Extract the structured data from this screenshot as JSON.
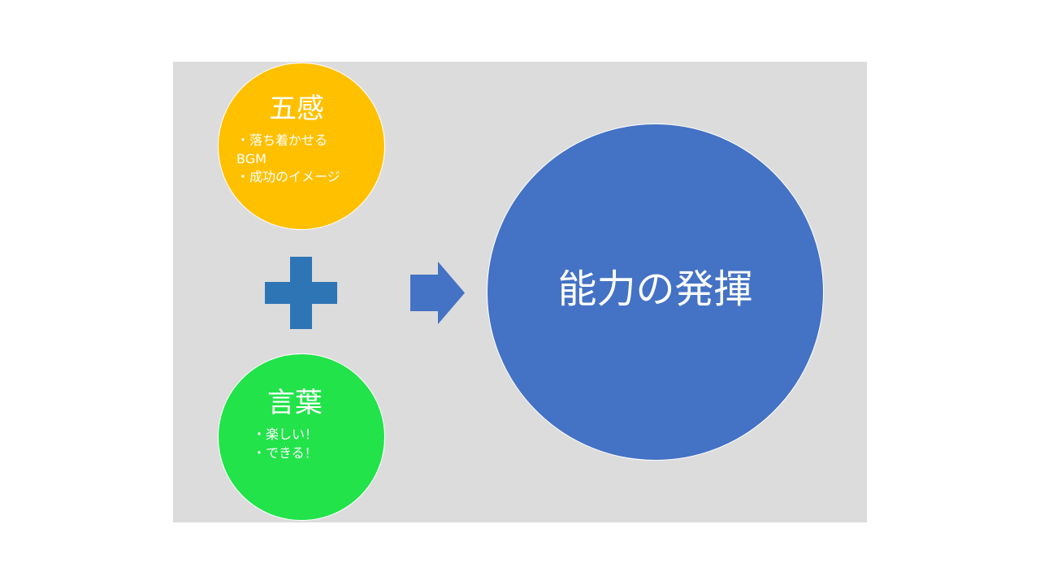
{
  "senses": {
    "title": "五感",
    "bullets": [
      "・落ち着かせる",
      "BGM",
      "・成功のイメージ"
    ],
    "color": "#ffc000"
  },
  "words": {
    "title": "言葉",
    "bullets": [
      "・楽しい！",
      "・できる！"
    ],
    "color": "#22e34a"
  },
  "ability": {
    "title": "能力の発揮",
    "color": "#4472c4"
  },
  "icons": {
    "plus": "plus-icon",
    "arrow": "arrow-right-icon"
  },
  "colors": {
    "panel": "#dcdcdc",
    "plus": "#2e75b6",
    "arrow": "#4472c4"
  }
}
